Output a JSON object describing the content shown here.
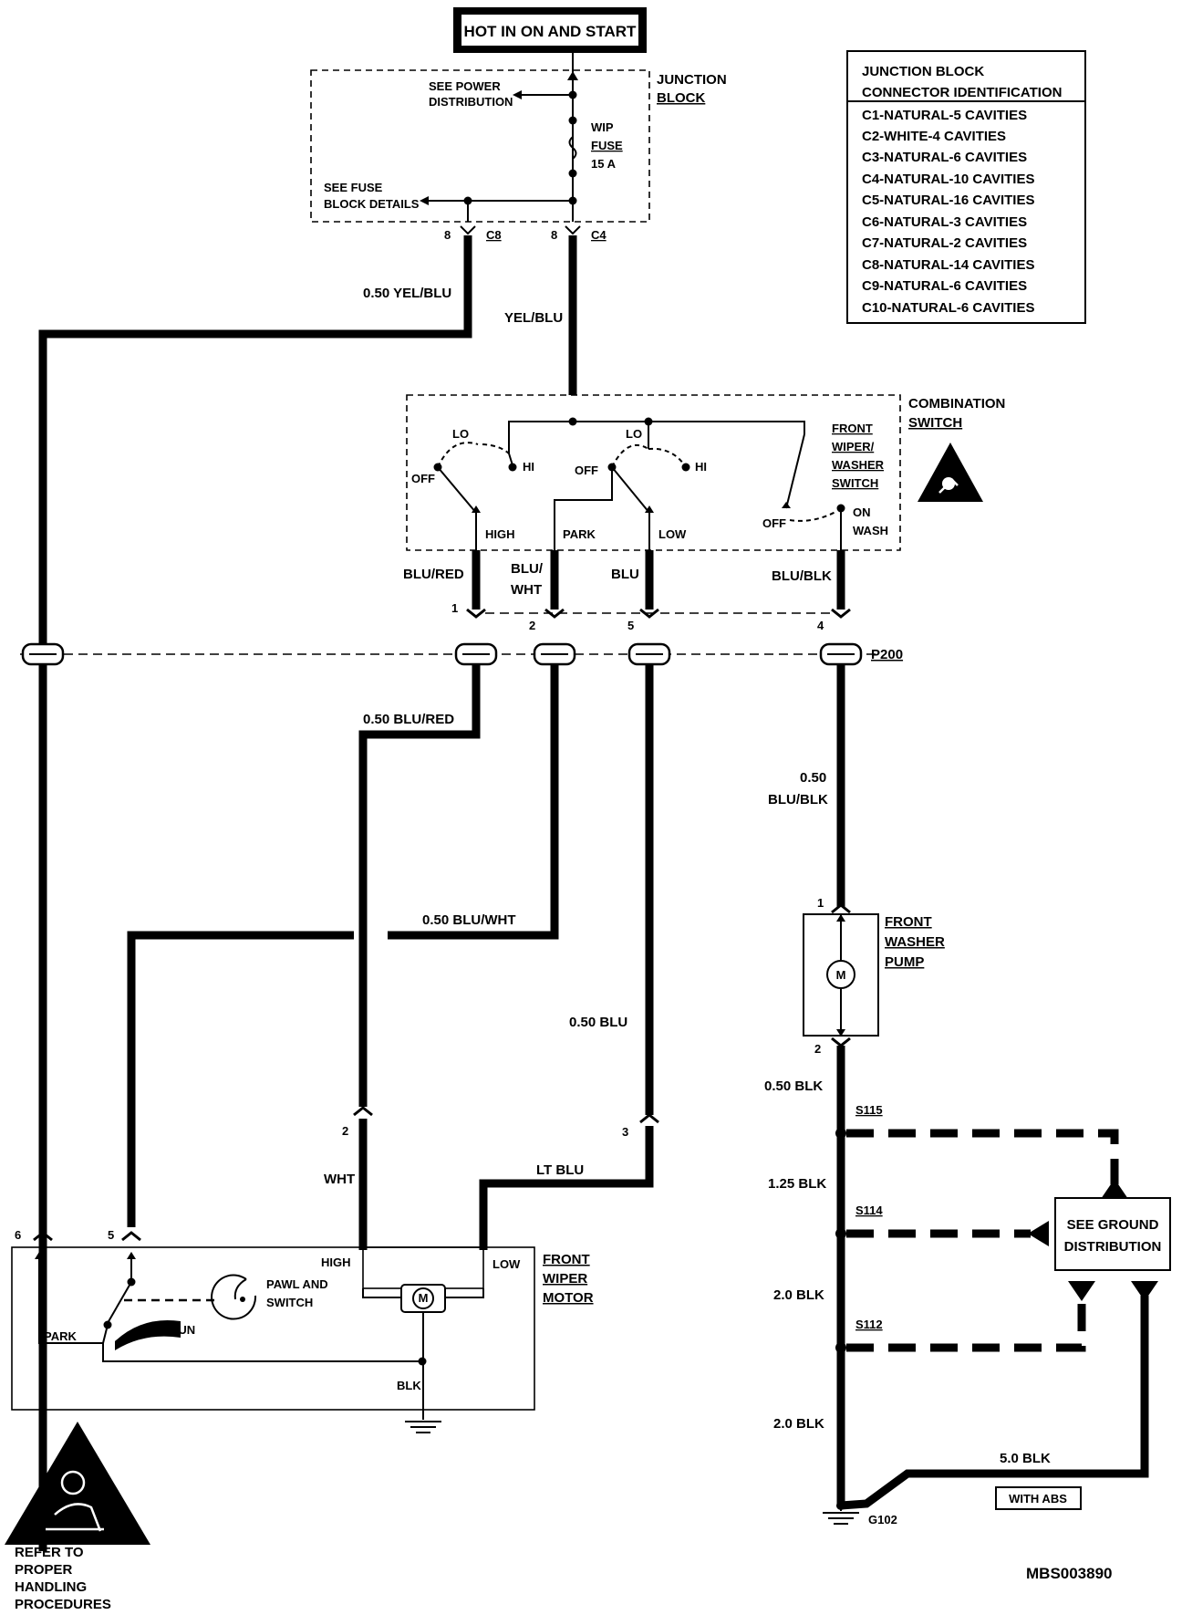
{
  "power_source": "HOT IN ON AND START",
  "junction_block": {
    "label_line1": "JUNCTION",
    "label_line2": "BLOCK",
    "see_power_line1": "SEE POWER",
    "see_power_line2": "DISTRIBUTION",
    "see_fuse_line1": "SEE FUSE",
    "see_fuse_line2": "BLOCK DETAILS",
    "fuse_line1": "WIP",
    "fuse_line2": "FUSE",
    "fuse_line3": "15 A",
    "c8_pin": "8",
    "c8_label": "C8",
    "c4_pin": "8",
    "c4_label": "C4"
  },
  "connector_table": {
    "title_line1": "JUNCTION BLOCK",
    "title_line2": "CONNECTOR IDENTIFICATION",
    "rows": [
      "C1-NATURAL-5 CAVITIES",
      "C2-WHITE-4 CAVITIES",
      "C3-NATURAL-6 CAVITIES",
      "C4-NATURAL-10 CAVITIES",
      "C5-NATURAL-16 CAVITIES",
      "C6-NATURAL-3 CAVITIES",
      "C7-NATURAL-2 CAVITIES",
      "C8-NATURAL-14 CAVITIES",
      "C9-NATURAL-6 CAVITIES",
      "C10-NATURAL-6 CAVITIES"
    ]
  },
  "wires": {
    "yel_blu_050": "0.50 YEL/BLU",
    "yel_blu": "YEL/BLU",
    "blu_red": "BLU/RED",
    "blu_wht_line1": "BLU/",
    "blu_wht_line2": "WHT",
    "blu": "BLU",
    "blu_blk": "BLU/BLK",
    "blu_red_050": "0.50 BLU/RED",
    "blu_wht_050": "0.50 BLU/WHT",
    "blu_050": "0.50 BLU",
    "blu_blk_050_line1": "0.50",
    "blu_blk_050_line2": "BLU/BLK",
    "wht": "WHT",
    "lt_blu": "LT BLU",
    "blk_050": "0.50 BLK",
    "blk_125": "1.25 BLK",
    "blk_20a": "2.0 BLK",
    "blk_20b": "2.0 BLK",
    "blk_50": "5.0 BLK",
    "blk": "BLK"
  },
  "combination_switch": {
    "label_line1": "COMBINATION",
    "label_line2": "SWITCH",
    "lo1": "LO",
    "hi1": "HI",
    "off1": "OFF",
    "lo2": "LO",
    "hi2": "HI",
    "off2": "OFF",
    "high": "HIGH",
    "park": "PARK",
    "low": "LOW",
    "washer_line1": "FRONT",
    "washer_line2": "WIPER/",
    "washer_line3": "WASHER",
    "washer_line4": "SWITCH",
    "washer_off": "OFF",
    "washer_on_line1": "ON",
    "washer_on_line2": "WASH"
  },
  "connector_p200": {
    "label": "P200",
    "pin1": "1",
    "pin2": "2",
    "pin5": "5",
    "pin4": "4"
  },
  "washer_pump": {
    "label_line1": "FRONT",
    "label_line2": "WASHER",
    "label_line3": "PUMP",
    "pin1": "1",
    "pin2": "2",
    "motor_symbol": "M"
  },
  "wiper_motor": {
    "label_line1": "FRONT",
    "label_line2": "WIPER",
    "label_line3": "MOTOR",
    "pin6": "6",
    "pin5": "5",
    "pin2": "2",
    "pin3": "3",
    "high": "HIGH",
    "low": "LOW",
    "pawl_line1": "PAWL AND",
    "pawl_line2": "SWITCH",
    "run": "RUN",
    "park": "PARK",
    "motor_symbol": "M"
  },
  "splices": {
    "s115": "S115",
    "s114": "S114",
    "s112": "S112"
  },
  "ground": {
    "see_ground_line1": "SEE GROUND",
    "see_ground_line2": "DISTRIBUTION",
    "g102": "G102",
    "with_abs": "WITH ABS"
  },
  "caution": {
    "line1": "REFER TO",
    "line2": "PROPER",
    "line3": "HANDLING",
    "line4": "PROCEDURES"
  },
  "figure_id": "MBS003890"
}
